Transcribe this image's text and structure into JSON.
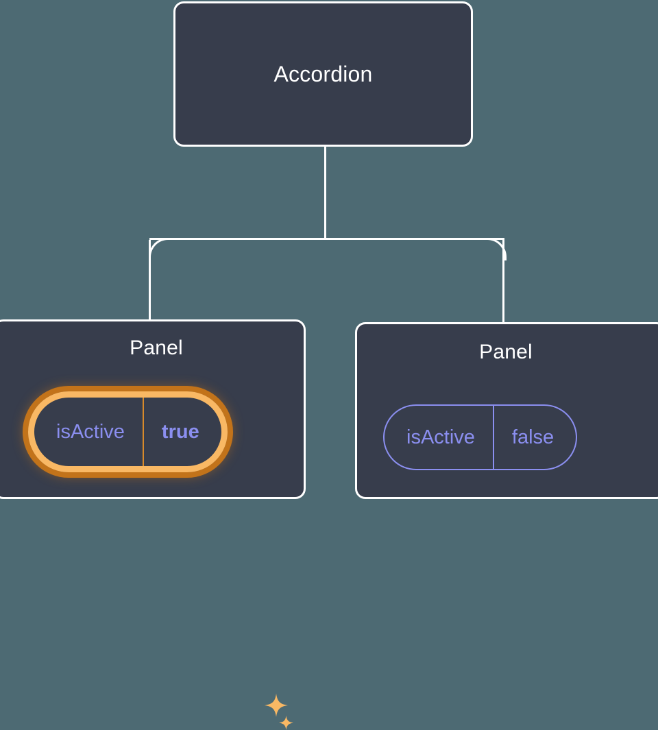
{
  "canvas": {
    "background_color": "#4d6a73",
    "node_fill_color": "#373d4c",
    "node_border_color": "#ffffff",
    "connector_color": "#ffffff",
    "prop_text_color": "#8b8ff0",
    "highlight_color": "#f9b864",
    "highlight_glow_color": "#c2731a"
  },
  "diagram": {
    "type": "component-tree",
    "root": {
      "name": "root-node",
      "title": "Accordion"
    },
    "children": [
      {
        "name": "panel-node-left",
        "title": "Panel",
        "highlighted": true,
        "prop": {
          "key": "isActive",
          "value": "true"
        },
        "sparkles": [
          {
            "name": "sparkle-large-icon",
            "size": "large"
          },
          {
            "name": "sparkle-small-icon",
            "size": "small"
          }
        ]
      },
      {
        "name": "panel-node-right",
        "title": "Panel",
        "highlighted": false,
        "prop": {
          "key": "isActive",
          "value": "false"
        }
      }
    ]
  }
}
